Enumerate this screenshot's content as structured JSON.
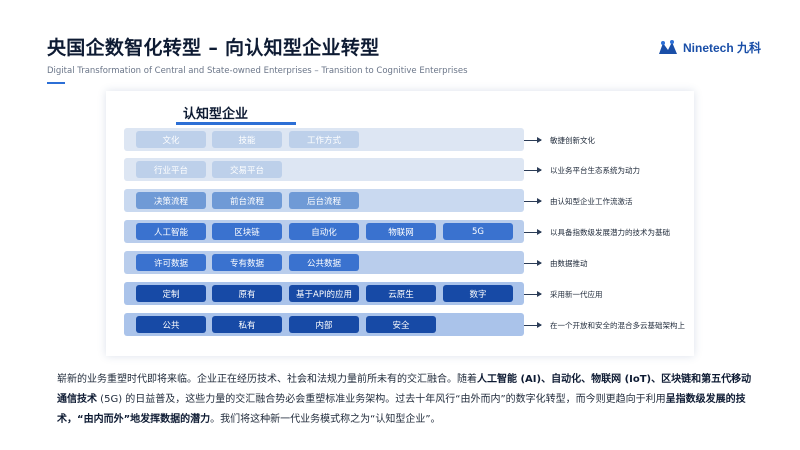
{
  "header": {
    "title": "央国企数智化转型 – 向认知型企业转型",
    "subtitle": "Digital Transformation of Central and State-owned Enterprises – Transition to Cognitive Enterprises",
    "logo_text": "Ninetech 九科"
  },
  "diagram": {
    "title": "认知型企业",
    "rows": [
      {
        "cells": [
          "文化",
          "技能",
          "工作方式"
        ],
        "description": "敏捷创新文化"
      },
      {
        "cells": [
          "行业平台",
          "交易平台"
        ],
        "description": "以业务平台生态系统为动力"
      },
      {
        "cells": [
          "决策流程",
          "前台流程",
          "后台流程"
        ],
        "description": "由认知型企业工作流激活"
      },
      {
        "cells": [
          "人工智能",
          "区块链",
          "自动化",
          "物联网",
          "5G"
        ],
        "description": "以具备指数级发展潜力的技术为基础"
      },
      {
        "cells": [
          "许可数据",
          "专有数据",
          "公共数据"
        ],
        "description": "由数据推动"
      },
      {
        "cells": [
          "定制",
          "原有",
          "基于API的应用",
          "云原生",
          "数字"
        ],
        "description": "采用新一代应用"
      },
      {
        "cells": [
          "公共",
          "私有",
          "内部",
          "安全"
        ],
        "description": "在一个开放和安全的混合多云基础架构上"
      }
    ]
  },
  "paragraph": {
    "p1": "崭新的业务重塑时代即将来临。企业正在经历技术、社会和法规力量前所未有的交汇融合。随着",
    "b1": "人工智能 (AI)、自动化、物联网 (IoT)、区块链和第五代移动通信技术",
    "p2": " (5G) 的日益普及，这些力量的交汇融合势必会重塑标准业务架构。过去十年风行“由外而内”的数字化转型，而今则更趋向于利用",
    "b2": "呈指数级发展的技术，“由内而外”地发挥数据的潜力",
    "p3": "。我们将这种新一代业务模式称之为“认知型企业”。"
  },
  "colors": {
    "accent": "#2c6fd6",
    "brand": "#1a4fa8",
    "cell_dark": "#174aa6",
    "cell_light": "#bdd0ea"
  }
}
